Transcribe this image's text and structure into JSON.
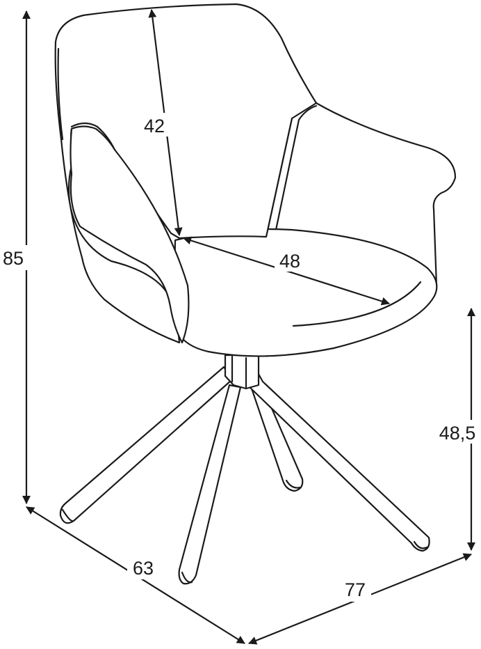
{
  "dimensions": {
    "height": "85",
    "backrest": "42",
    "seat_depth": "48",
    "seat_height": "48,5",
    "depth": "63",
    "width": "77"
  },
  "colors": {
    "line": "#1a1a1a",
    "background": "#ffffff"
  }
}
